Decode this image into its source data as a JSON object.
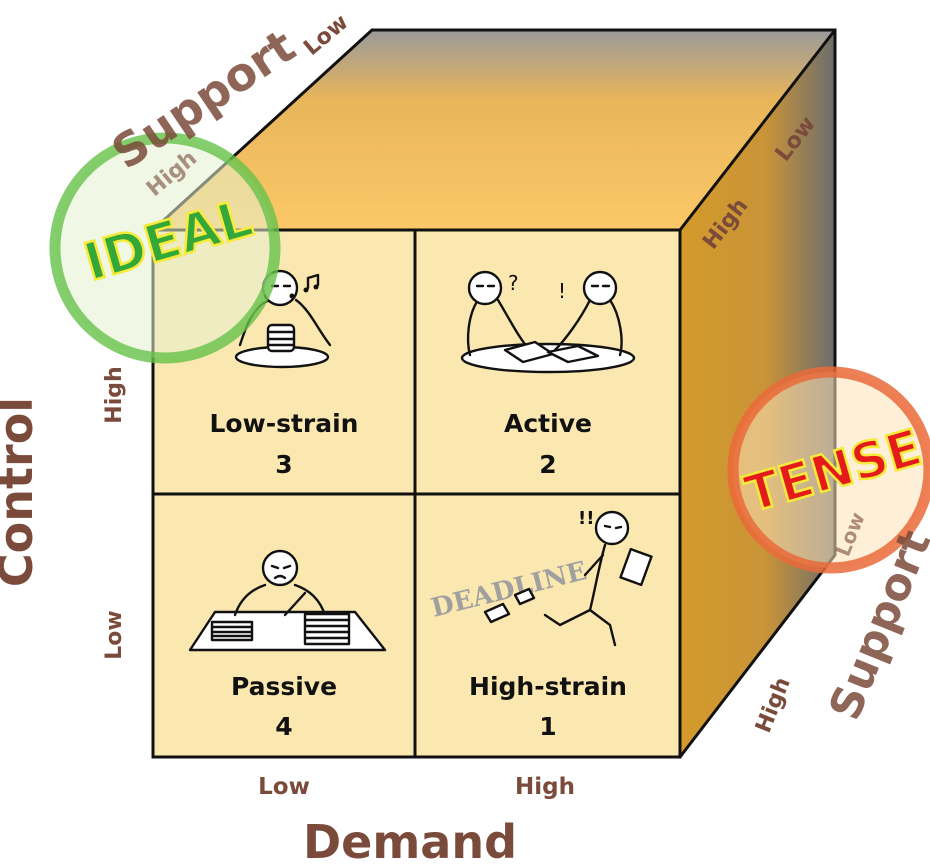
{
  "axes": {
    "control_title": "Control",
    "demand_title": "Demand",
    "support_title": "Support",
    "control_high": "High",
    "control_low": "Low",
    "demand_low": "Low",
    "demand_high": "High",
    "top_support_low": "Low",
    "top_support_high": "High",
    "right_support_low": "Low",
    "right_support_high": "High",
    "side_support_low": "Low",
    "side_support_high": "High"
  },
  "quadrants": [
    {
      "name": "Low-strain",
      "number": "3"
    },
    {
      "name": "Active",
      "number": "2"
    },
    {
      "name": "Passive",
      "number": "4"
    },
    {
      "name": "High-strain",
      "number": "1"
    }
  ],
  "badges": {
    "ideal": "IDEAL",
    "tense": "TENSE"
  },
  "illustration_text": {
    "deadline": "DEADLINE",
    "question": "?",
    "exclaim": "!",
    "double_exclaim": "!!"
  },
  "colors": {
    "cube_face": "#fbe7b0",
    "cube_top": "#f6b84a",
    "cube_side": "#d49a2a",
    "text_brown": "#7a4a3a",
    "ideal_ring": "#66c24a",
    "tense_ring": "#ea6a3a"
  }
}
